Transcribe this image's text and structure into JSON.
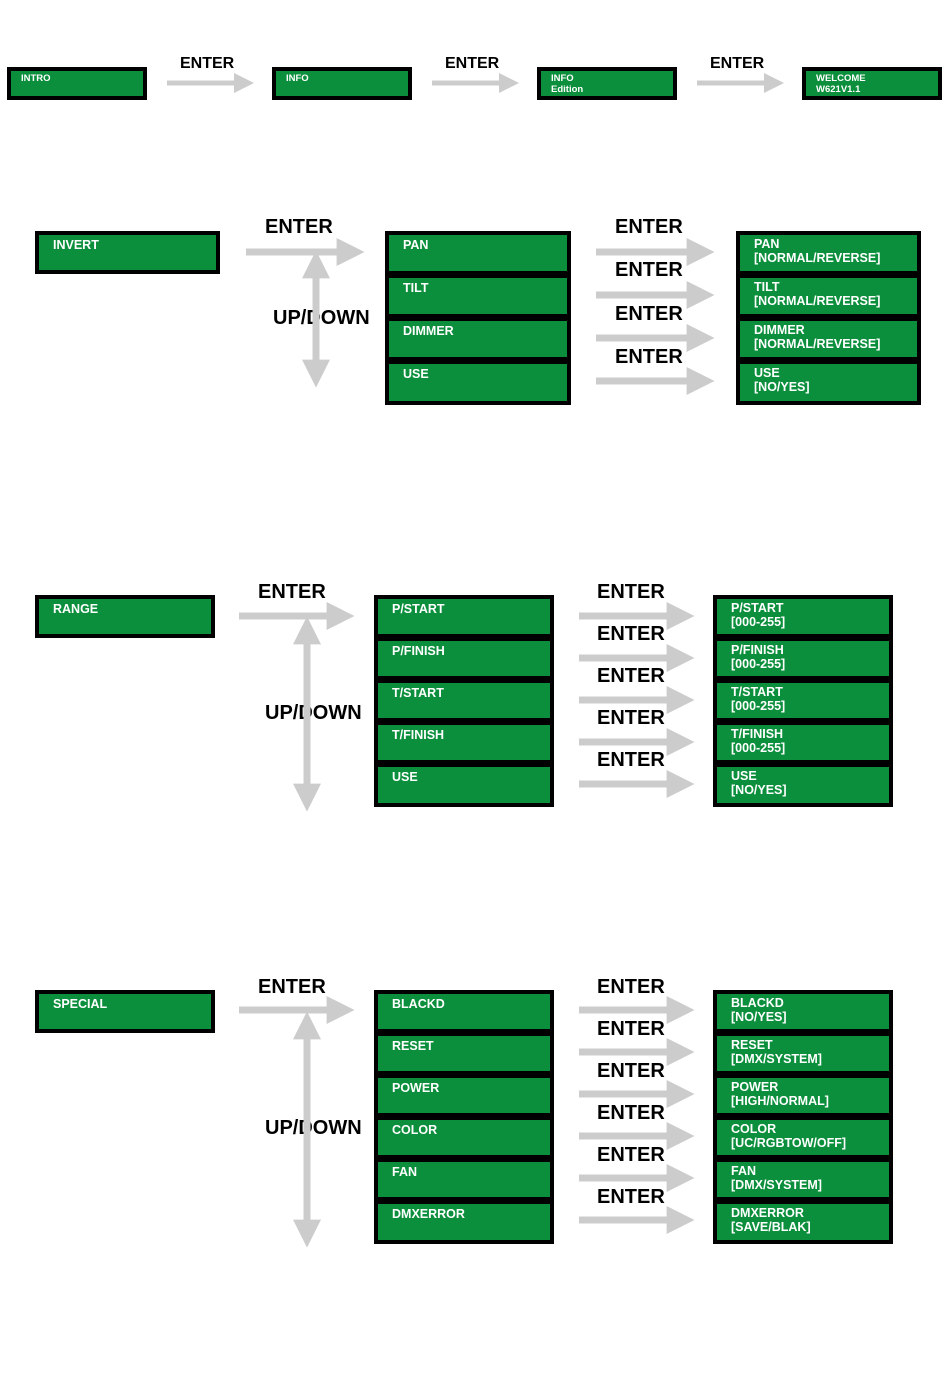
{
  "intro_row": {
    "boxes": [
      "INTRO",
      "INFO",
      "INFO\nEdition",
      "WELCOME\nW621V1.1"
    ],
    "enter_labels": [
      "ENTER",
      "ENTER",
      "ENTER"
    ]
  },
  "invert": {
    "menu": "INVERT",
    "enter_main": "ENTER",
    "updown": "UP/DOWN",
    "items": [
      "PAN",
      "TILT",
      "DIMMER",
      "USE"
    ],
    "enter_labels": [
      "ENTER",
      "ENTER",
      "ENTER",
      "ENTER"
    ],
    "results": [
      "PAN\n[NORMAL/REVERSE]",
      "TILT\n[NORMAL/REVERSE]",
      "DIMMER\n[NORMAL/REVERSE]",
      "USE\n[NO/YES]"
    ]
  },
  "range": {
    "menu": "RANGE",
    "enter_main": "ENTER",
    "updown": "UP/DOWN",
    "items": [
      "P/START",
      "P/FINISH",
      "T/START",
      "T/FINISH",
      "USE"
    ],
    "enter_labels": [
      "ENTER",
      "ENTER",
      "ENTER",
      "ENTER",
      "ENTER"
    ],
    "results": [
      "P/START\n[000-255]",
      "P/FINISH\n[000-255]",
      "T/START\n[000-255]",
      "T/FINISH\n[000-255]",
      "USE\n[NO/YES]"
    ]
  },
  "special": {
    "menu": "SPECIAL",
    "enter_main": "ENTER",
    "updown": "UP/DOWN",
    "items": [
      "BLACKD",
      "RESET",
      "POWER",
      "COLOR",
      "FAN",
      "DMXERROR"
    ],
    "enter_labels": [
      "ENTER",
      "ENTER",
      "ENTER",
      "ENTER",
      "ENTER",
      "ENTER"
    ],
    "results": [
      "BLACKD\n[NO/YES]",
      "RESET\n[DMX/SYSTEM]",
      "POWER\n[HIGH/NORMAL]",
      "COLOR\n[UC/RGBTOW/OFF]",
      "FAN\n[DMX/SYSTEM]",
      "DMXERROR\n[SAVE/BLAK]"
    ]
  },
  "colors": {
    "lcd_fill": "#0c8f3c",
    "lcd_border": "#000000",
    "lcd_text": "#ffffff",
    "arrow": "#cccccc"
  },
  "icons": [
    "right-arrow-icon",
    "up-down-arrow-icon"
  ]
}
